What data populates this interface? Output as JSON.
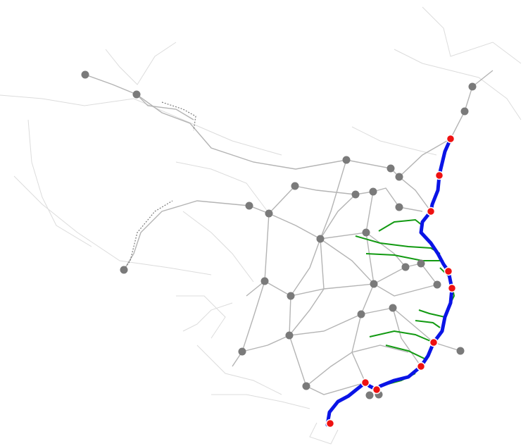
{
  "map": {
    "colors": {
      "background": "#ffffff",
      "minor_roads": "#dcdcdc",
      "major_roads": "#b4b4b4",
      "highlighted_route": "#0a14e6",
      "branch_routes": "#129a12",
      "city_marker": "#7a7a7a",
      "route_stop_marker": "#ee1111",
      "route_stop_outline": "#ffffff"
    },
    "layers": [
      "minor-road-network",
      "major-road-network",
      "branch-routes",
      "highlighted-route",
      "city-markers",
      "route-stop-markers"
    ]
  }
}
